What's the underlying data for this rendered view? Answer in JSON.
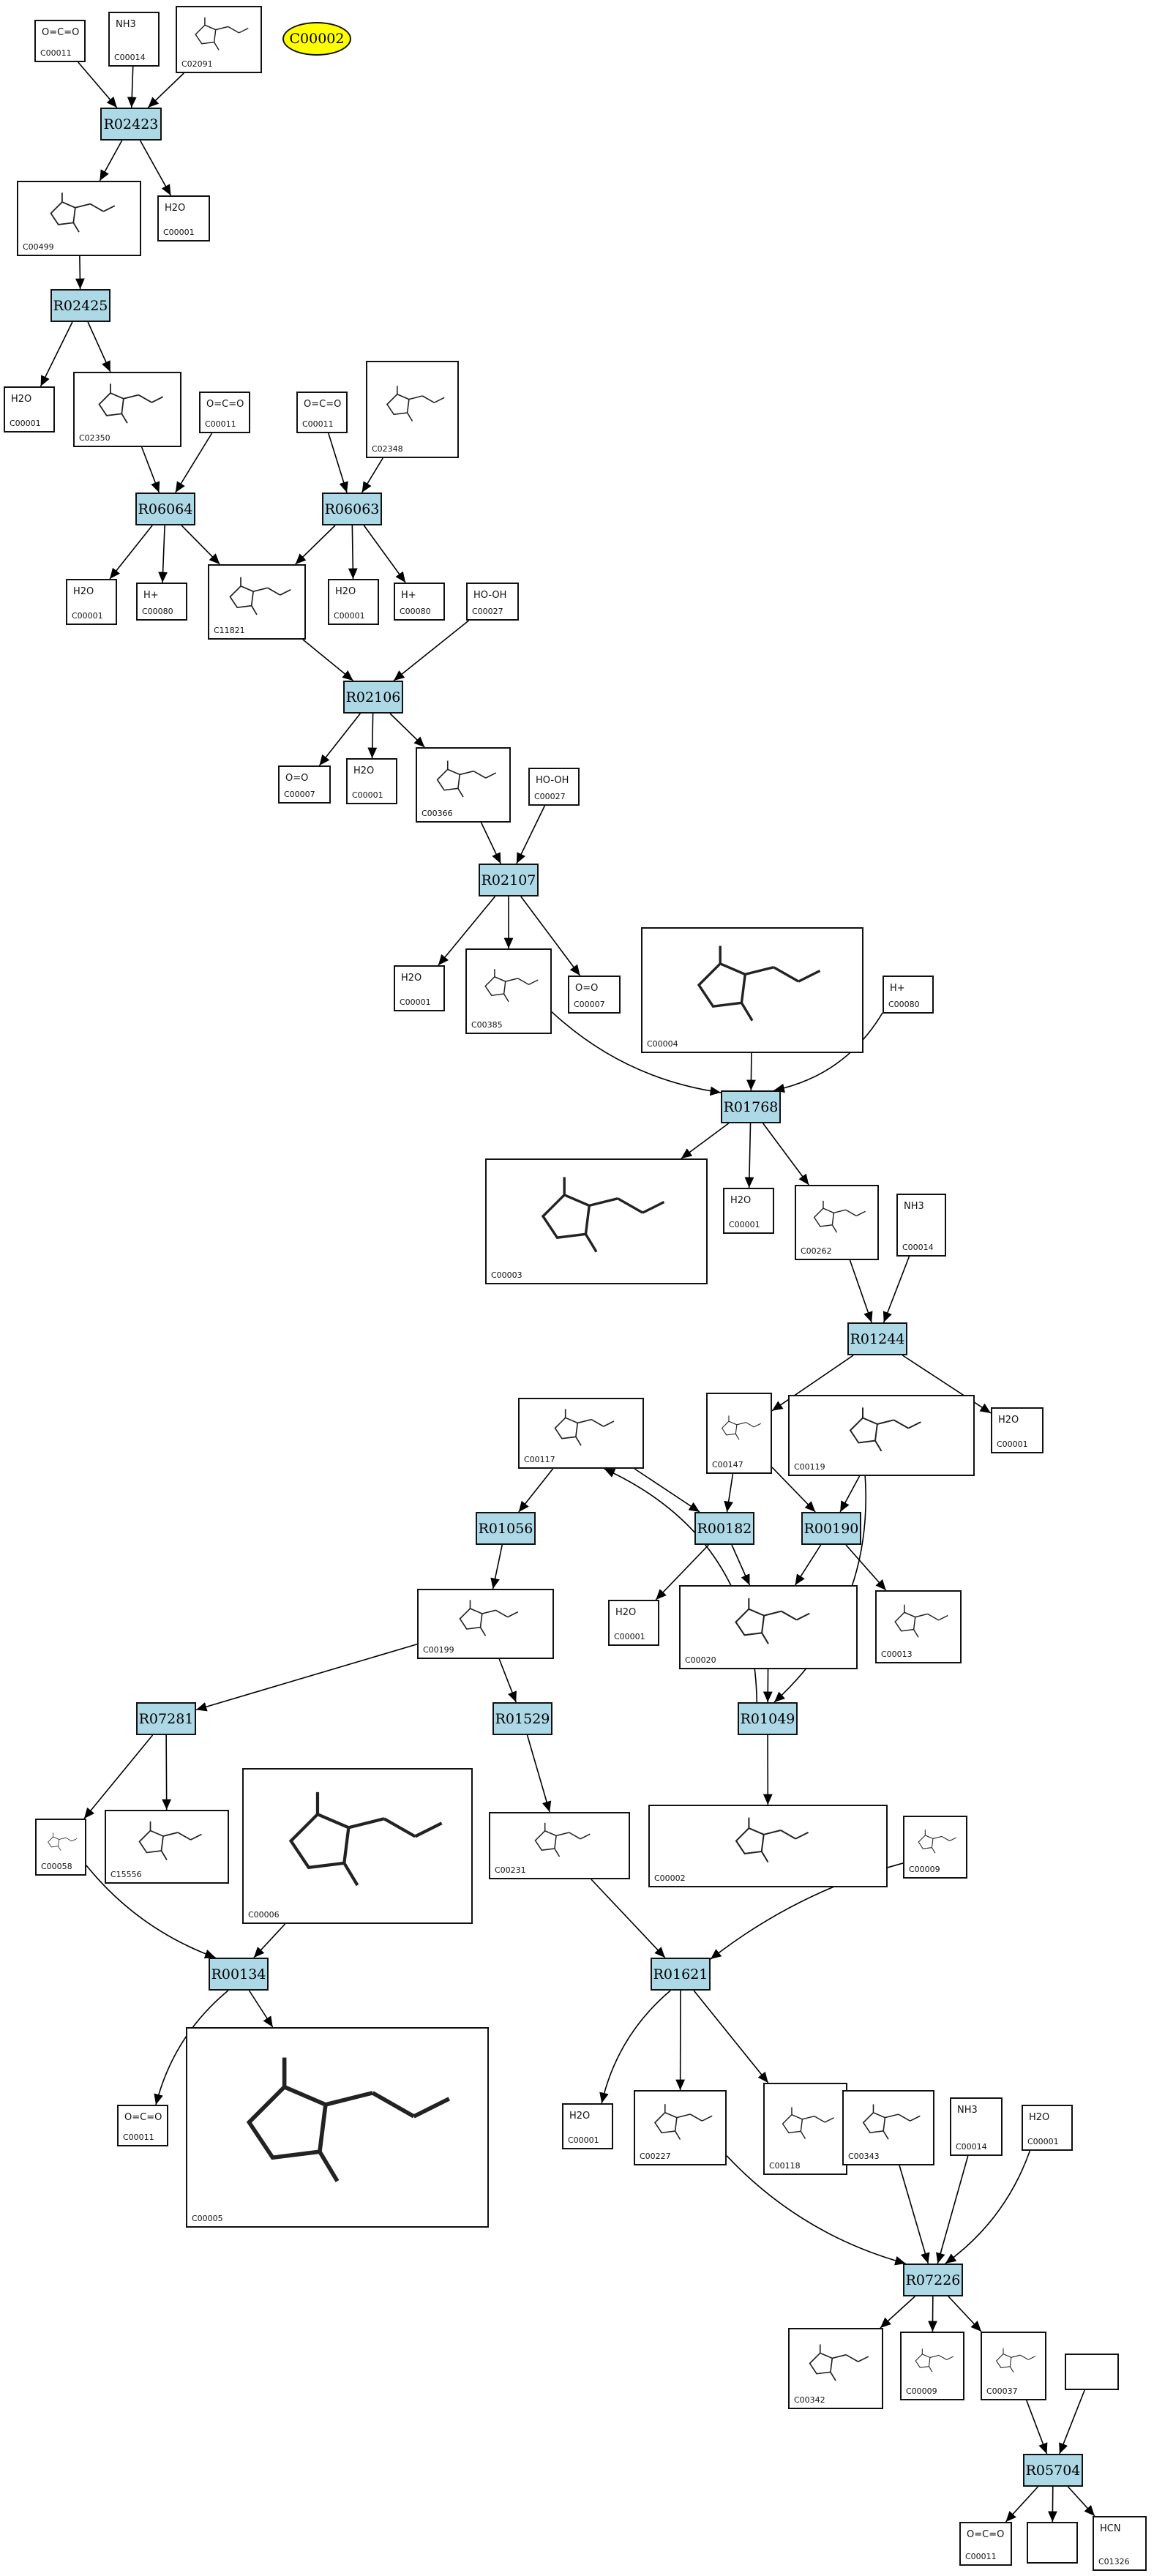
{
  "highlight": {
    "label": "C00002",
    "color": "#ffff00"
  },
  "colors": {
    "reaction_fill": "#add8e6",
    "edge": "#000000"
  },
  "reactions": [
    "R02423",
    "R02425",
    "R06064",
    "R06063",
    "R02106",
    "R02107",
    "R01768",
    "R01244",
    "R01056",
    "R00182",
    "R00190",
    "R01049",
    "R07281",
    "R01529",
    "R00134",
    "R01621",
    "R07226",
    "R05704"
  ],
  "compounds": [
    {
      "id": "C00011",
      "formula": "O=C=O"
    },
    {
      "id": "C00014",
      "formula": "NH3"
    },
    {
      "id": "C02091",
      "formula": ""
    },
    {
      "id": "C00499",
      "formula": ""
    },
    {
      "id": "C00001",
      "formula": "H2O"
    },
    {
      "id": "C00001",
      "formula": "H2O"
    },
    {
      "id": "C02350",
      "formula": ""
    },
    {
      "id": "C00011",
      "formula": "O=C=O"
    },
    {
      "id": "C00011",
      "formula": "O=C=O"
    },
    {
      "id": "C02348",
      "formula": ""
    },
    {
      "id": "C00001",
      "formula": "H2O"
    },
    {
      "id": "C00080",
      "formula": "H+"
    },
    {
      "id": "C11821",
      "formula": ""
    },
    {
      "id": "C00001",
      "formula": "H2O"
    },
    {
      "id": "C00080",
      "formula": "H+"
    },
    {
      "id": "C00027",
      "formula": "HO-OH"
    },
    {
      "id": "C00007",
      "formula": "O=O"
    },
    {
      "id": "C00001",
      "formula": "H2O"
    },
    {
      "id": "C00366",
      "formula": ""
    },
    {
      "id": "C00027",
      "formula": "HO-OH"
    },
    {
      "id": "C00001",
      "formula": "H2O"
    },
    {
      "id": "C00385",
      "formula": ""
    },
    {
      "id": "C00007",
      "formula": "O=O"
    },
    {
      "id": "C00004",
      "formula": ""
    },
    {
      "id": "C00080",
      "formula": "H+"
    },
    {
      "id": "C00003",
      "formula": ""
    },
    {
      "id": "C00001",
      "formula": "H2O"
    },
    {
      "id": "C00262",
      "formula": ""
    },
    {
      "id": "C00014",
      "formula": "NH3"
    },
    {
      "id": "C00117",
      "formula": ""
    },
    {
      "id": "C00147",
      "formula": ""
    },
    {
      "id": "C00119",
      "formula": ""
    },
    {
      "id": "C00001",
      "formula": "H2O"
    },
    {
      "id": "C00199",
      "formula": ""
    },
    {
      "id": "C00001",
      "formula": "H2O"
    },
    {
      "id": "C00020",
      "formula": ""
    },
    {
      "id": "C00013",
      "formula": ""
    },
    {
      "id": "C00058",
      "formula": ""
    },
    {
      "id": "C15556",
      "formula": ""
    },
    {
      "id": "C00006",
      "formula": ""
    },
    {
      "id": "C00231",
      "formula": ""
    },
    {
      "id": "C00002",
      "formula": ""
    },
    {
      "id": "C00009",
      "formula": ""
    },
    {
      "id": "C00011",
      "formula": "O=C=O"
    },
    {
      "id": "C00005",
      "formula": ""
    },
    {
      "id": "C00001",
      "formula": "H2O"
    },
    {
      "id": "C00227",
      "formula": ""
    },
    {
      "id": "C00118",
      "formula": ""
    },
    {
      "id": "C00343",
      "formula": ""
    },
    {
      "id": "C00014",
      "formula": "NH3"
    },
    {
      "id": "C00001",
      "formula": "H2O"
    },
    {
      "id": "C00342",
      "formula": ""
    },
    {
      "id": "C00009",
      "formula": ""
    },
    {
      "id": "C00037",
      "formula": ""
    },
    {
      "id": "",
      "formula": ""
    },
    {
      "id": "C00011",
      "formula": "O=C=O"
    },
    {
      "id": "",
      "formula": ""
    },
    {
      "id": "C01326",
      "formula": "HCN"
    }
  ]
}
